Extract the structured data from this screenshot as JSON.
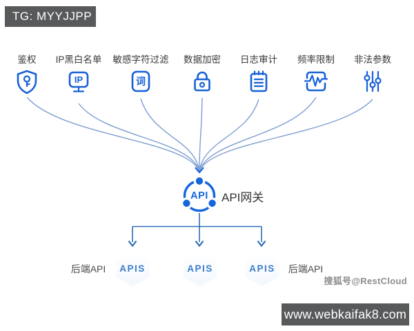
{
  "badge": {
    "text": "TG: MYYJJPP"
  },
  "features": [
    {
      "label": "鉴权",
      "icon": "shield-key-icon"
    },
    {
      "label": "IP黑白名单",
      "icon": "ip-monitor-icon",
      "glyph": "IP"
    },
    {
      "label": "敏感字符过滤",
      "icon": "word-filter-icon",
      "glyph": "词"
    },
    {
      "label": "数据加密",
      "icon": "lock-icon"
    },
    {
      "label": "日志审计",
      "icon": "log-clipboard-icon"
    },
    {
      "label": "频率限制",
      "icon": "rate-waveform-icon"
    },
    {
      "label": "非法参数",
      "icon": "sliders-icon"
    }
  ],
  "gateway": {
    "icon_text": "API",
    "label": "API网关"
  },
  "backends": {
    "left_label": "后端API",
    "right_label": "后端API",
    "nodes": [
      "APIS",
      "APIS",
      "APIS"
    ]
  },
  "watermark": "搜狐号@RestCloud",
  "footer": {
    "url": "www.webkaifak8.com"
  },
  "colors": {
    "accent_blue": "#1566dd",
    "icon_blue": "#1660d6",
    "curve_blue": "#7e9ed2",
    "tree_blue": "#2d6cb8",
    "badge_bg": "#58595b",
    "hex_text": "#3a7dc9"
  }
}
